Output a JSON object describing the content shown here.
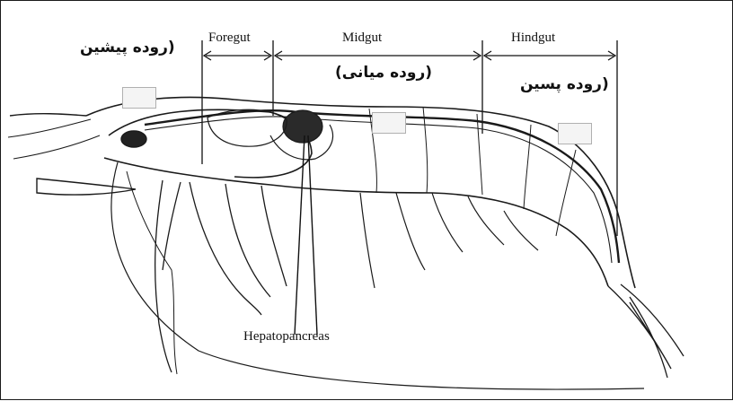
{
  "labels": {
    "foregut": "Foregut",
    "midgut": "Midgut",
    "hindgut": "Hindgut",
    "hepatopancreas": "Hepatopancreas",
    "foregut_fa": "(روده پیشین",
    "midgut_fa": "(روده میانی)",
    "hindgut_fa": "(روده پسین"
  },
  "icons": [
    "shrimp-thumbnail-icon",
    "shrimp-thumbnail-icon",
    "shrimp-thumbnail-icon"
  ],
  "colors": {
    "line": "#111111",
    "background": "#ffffff"
  }
}
